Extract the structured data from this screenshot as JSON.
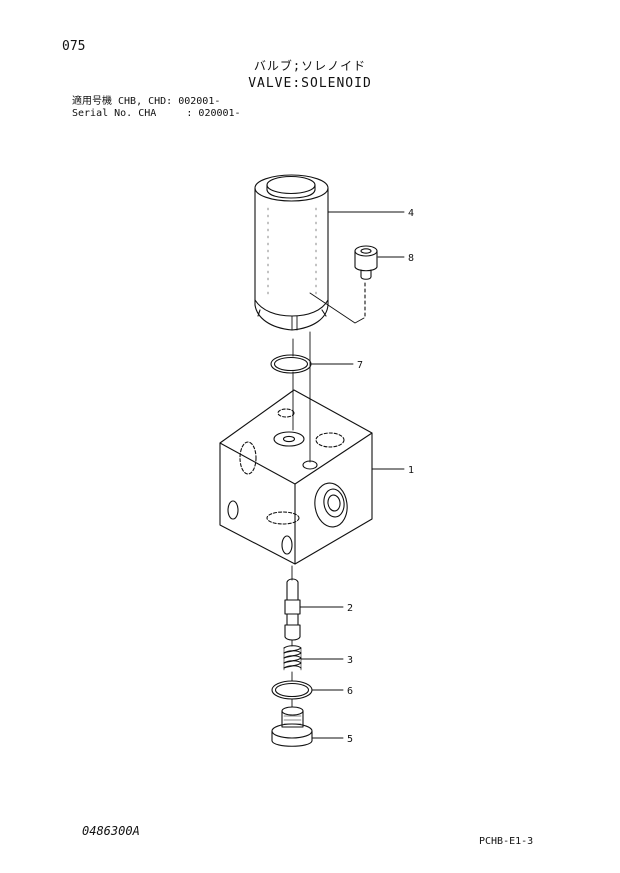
{
  "page_number": "075",
  "title": {
    "japanese": "バルブ;ソレノイド",
    "english": "VALVE:SOLENOID"
  },
  "serial": {
    "line1": "適用号機 CHB, CHD: 002001-",
    "line2": "Serial No. CHA     : 020001-"
  },
  "parts": [
    {
      "callout": "4",
      "name": "solenoid-coil"
    },
    {
      "callout": "8",
      "name": "cap-screw"
    },
    {
      "callout": "7",
      "name": "o-ring-upper"
    },
    {
      "callout": "1",
      "name": "valve-block"
    },
    {
      "callout": "2",
      "name": "spool"
    },
    {
      "callout": "3",
      "name": "spring"
    },
    {
      "callout": "6",
      "name": "o-ring-lower"
    },
    {
      "callout": "5",
      "name": "plug"
    }
  ],
  "footer": {
    "drawing_number": "0486300A",
    "sheet_code": "PCHB-E1-3"
  }
}
